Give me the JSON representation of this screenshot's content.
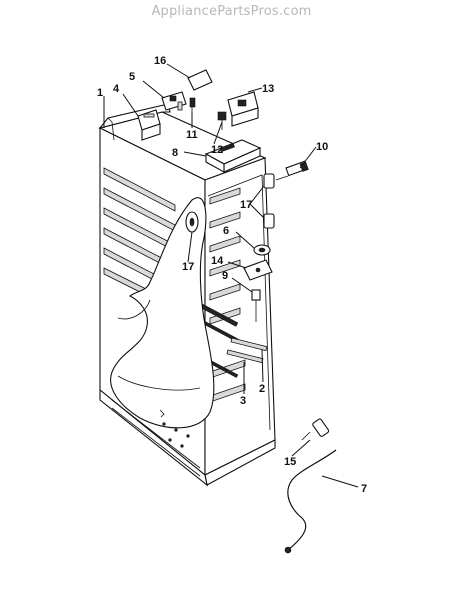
{
  "watermark": "AppliancePartsPros.com",
  "callouts": [
    {
      "id": "1",
      "label": "1"
    },
    {
      "id": "2",
      "label": "2"
    },
    {
      "id": "3",
      "label": "3"
    },
    {
      "id": "4",
      "label": "4"
    },
    {
      "id": "5",
      "label": "5"
    },
    {
      "id": "6",
      "label": "6"
    },
    {
      "id": "7",
      "label": "7"
    },
    {
      "id": "8",
      "label": "8"
    },
    {
      "id": "9",
      "label": "9"
    },
    {
      "id": "10",
      "label": "10"
    },
    {
      "id": "11",
      "label": "11"
    },
    {
      "id": "12",
      "label": "12"
    },
    {
      "id": "13",
      "label": "13"
    },
    {
      "id": "14",
      "label": "14"
    },
    {
      "id": "15",
      "label": "15"
    },
    {
      "id": "16",
      "label": "16"
    },
    {
      "id": "17a",
      "label": "17"
    },
    {
      "id": "17b",
      "label": "17"
    }
  ]
}
